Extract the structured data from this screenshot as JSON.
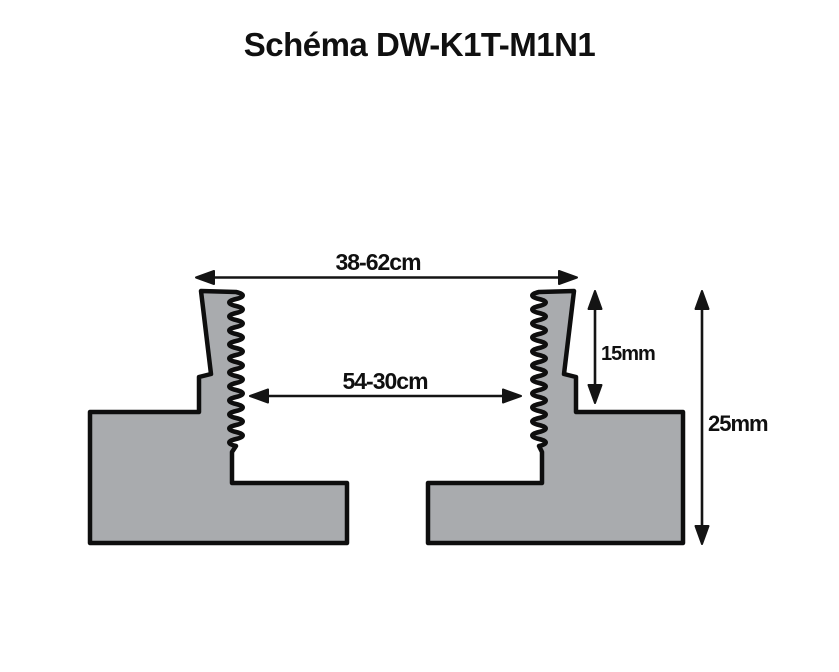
{
  "title": "Schéma DW-K1T-M1N1",
  "diagram": {
    "dimensions": {
      "top_width": {
        "label": "38-62cm"
      },
      "inner_width": {
        "label": "54-30cm"
      },
      "upper_height": {
        "label": "15mm"
      },
      "total_height": {
        "label": "25mm"
      }
    },
    "colors": {
      "part_fill": "#a9abae",
      "outline": "#0e0e0e",
      "line": "#141414",
      "text": "#101010",
      "background": "#ffffff"
    }
  }
}
